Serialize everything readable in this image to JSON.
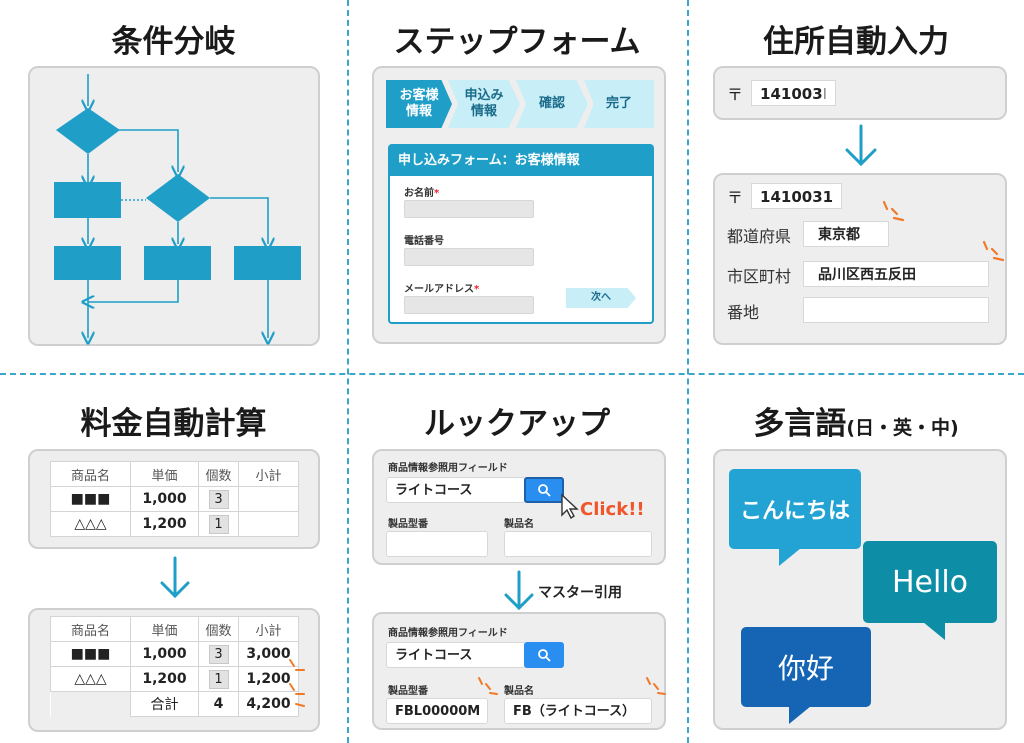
{
  "sections": {
    "conditional": {
      "title": "条件分岐"
    },
    "step_form": {
      "title": "ステップフォーム",
      "steps": [
        "お客様\n情報",
        "申込み\n情報",
        "確認",
        "完了"
      ],
      "form_header": "申し込みフォーム：お客様情報",
      "fields": [
        {
          "label": "お名前",
          "required": "*"
        },
        {
          "label": "電話番号",
          "required": ""
        },
        {
          "label": "メールアドレス",
          "required": "*"
        }
      ],
      "next_button": "次へ"
    },
    "address": {
      "title": "住所自動入力",
      "zip_symbol": "〒",
      "zip_input": "141003",
      "zip_result": "1410031",
      "rows": [
        {
          "label": "都道府県",
          "value": "東京都"
        },
        {
          "label": "市区町村",
          "value": "品川区西五反田"
        },
        {
          "label": "番地",
          "value": ""
        }
      ]
    },
    "price": {
      "title": "料金自動計算",
      "headers": [
        "商品名",
        "単価",
        "個数",
        "小計"
      ],
      "before_rows": [
        {
          "name": "■■■",
          "price": "1,000",
          "qty": "3",
          "subtotal": ""
        },
        {
          "name": "△△△",
          "price": "1,200",
          "qty": "1",
          "subtotal": ""
        }
      ],
      "after_rows": [
        {
          "name": "■■■",
          "price": "1,000",
          "qty": "3",
          "subtotal": "3,000"
        },
        {
          "name": "△△△",
          "price": "1,200",
          "qty": "1",
          "subtotal": "1,200"
        }
      ],
      "total_label": "合計",
      "total_qty": "4",
      "total_amount": "4,200"
    },
    "lookup": {
      "title": "ルックアップ",
      "ref_label": "商品情報参照用フィールド",
      "ref_value": "ライトコース",
      "click_text": "Click!!",
      "model_label": "製品型番",
      "name_label": "製品名",
      "master_text": "マスター引用",
      "model_value": "FBL00000M",
      "name_value": "FB（ライトコース）"
    },
    "multilang": {
      "title": "多言語",
      "title_suffix": "(日・英・中)",
      "bubbles": [
        "こんにちは",
        "Hello",
        "你好"
      ]
    }
  },
  "colors": {
    "accent": "#1f9ec8",
    "accent_light": "#c8eef8",
    "flow": "#1f9ec8",
    "bubble_ja": "#23a3d3",
    "bubble_en": "#0d8ea6",
    "bubble_zh": "#1565b4",
    "spark": "#f07a2a"
  }
}
